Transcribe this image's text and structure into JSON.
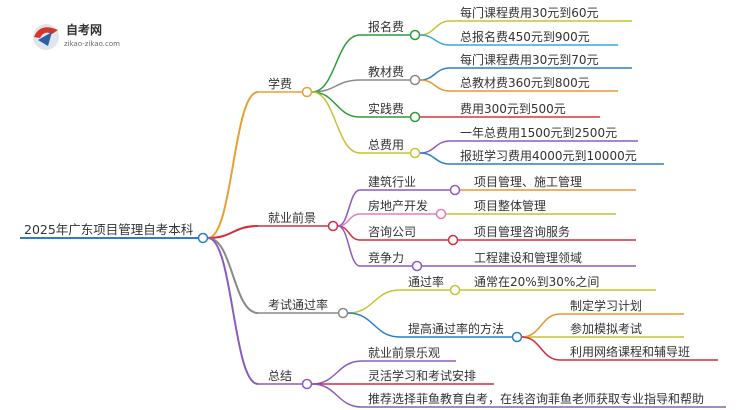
{
  "logo": {
    "title": "自考网",
    "subtitle": "zikao-zikao.com"
  },
  "root": {
    "label": "2025年广东项目管理自考本科"
  },
  "branches": [
    {
      "label": "学费",
      "color": "#e8a033",
      "children": [
        {
          "label": "报名费",
          "color": "#2e9c3a",
          "children": [
            {
              "label": "每门课程费用30元到60元",
              "color": "#c4c433"
            },
            {
              "label": "总报名费450元到900元",
              "color": "#3aa8d8"
            }
          ]
        },
        {
          "label": "教材费",
          "color": "#8a8a8a",
          "children": [
            {
              "label": "每门课程费用30元到70元",
              "color": "#2a7fc6"
            },
            {
              "label": "总教材费360元到800元",
              "color": "#e89633"
            }
          ]
        },
        {
          "label": "实践费",
          "color": "#2e9c3a",
          "children": [
            {
              "label": "费用300元到500元",
              "color": "#e0323a"
            }
          ]
        },
        {
          "label": "总费用",
          "color": "#c4c433",
          "children": [
            {
              "label": "一年总费用1500元到2500元",
              "color": "#8a5cc0"
            },
            {
              "label": "报班学习费用4000元到10000元",
              "color": "#2a7fc6"
            }
          ]
        }
      ]
    },
    {
      "label": "就业前景",
      "color": "#d42f3a",
      "children": [
        {
          "label": "建筑行业",
          "color": "#8a5cc0",
          "children": [
            {
              "label": "项目管理、施工管理",
              "color": "#e89633"
            }
          ]
        },
        {
          "label": "房地产开发",
          "color": "#e87cb8",
          "children": [
            {
              "label": "项目整体管理",
              "color": "#c4c433"
            }
          ]
        },
        {
          "label": "咨询公司",
          "color": "#d42f3a",
          "children": [
            {
              "label": "项目管理咨询服务",
              "color": "#d42f3a"
            }
          ]
        },
        {
          "label": "竞争力",
          "color": "#8a5cc0",
          "children": [
            {
              "label": "工程建设和管理领域",
              "color": "#8a5cc0"
            }
          ]
        }
      ]
    },
    {
      "label": "考试通过率",
      "color": "#8a8a8a",
      "children": [
        {
          "label": "通过率",
          "color": "#c4c433",
          "children": [
            {
              "label": "通常在20%到30%之间",
              "color": "#c4c433"
            }
          ]
        },
        {
          "label": "提高通过率的方法",
          "color": "#2a7fc6",
          "children": [
            {
              "label": "制定学习计划",
              "color": "#e89633"
            },
            {
              "label": "参加模拟考试",
              "color": "#c4c433"
            },
            {
              "label": "利用网络课程和辅导班",
              "color": "#d42f3a"
            }
          ]
        }
      ]
    },
    {
      "label": "总结",
      "color": "#8a5cc0",
      "children": [
        {
          "label": "就业前景乐观",
          "color": "#8a5cc0"
        },
        {
          "label": "灵活学习和考试安排",
          "color": "#d42f3a"
        },
        {
          "label": "推荐选择菲鱼教育自考，在线咨询菲鱼老师获取专业指导和帮助",
          "color": "#8a5cc0"
        }
      ]
    }
  ],
  "root_color": "#2a7fc6"
}
